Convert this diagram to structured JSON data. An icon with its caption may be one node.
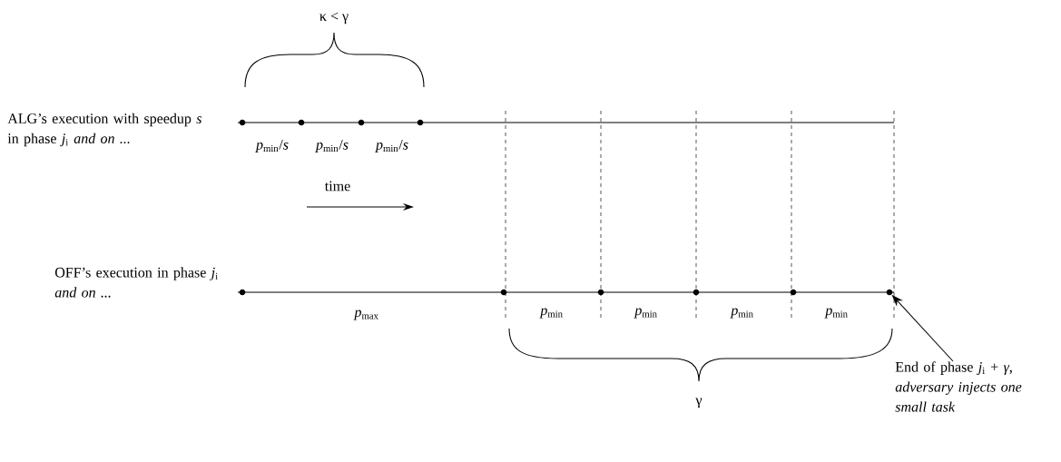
{
  "diagram": {
    "nodes": [
      {
        "text": [
          "End of phase *j*$_{i}$ + *γ*, *adversary injects one small task*"
        ]
      },
      {
        "text": [],
        "shape": "circle"
      }
    ],
    "edges": [
      {
        "from": 0,
        "to": 1,
        "arrow": "to"
      }
    ],
    "labels": [
      "κ < γ",
      "ALG’s execution with speedup *s* in phase *j*$_{i}$ *and on ...*",
      "*p*$_{min}$/*s*",
      "*p*$_{min}$/*s*",
      "*p*$_{min}$/*s*",
      "time",
      "OFF’s execution in phase *j*$_{i}$ *and on ...*",
      "*p*$_{max}$",
      "*p*$_{min}$",
      "*p*$_{min}$",
      "*p*$_{min}$",
      "*p*$_{min}$",
      "γ"
    ]
  }
}
